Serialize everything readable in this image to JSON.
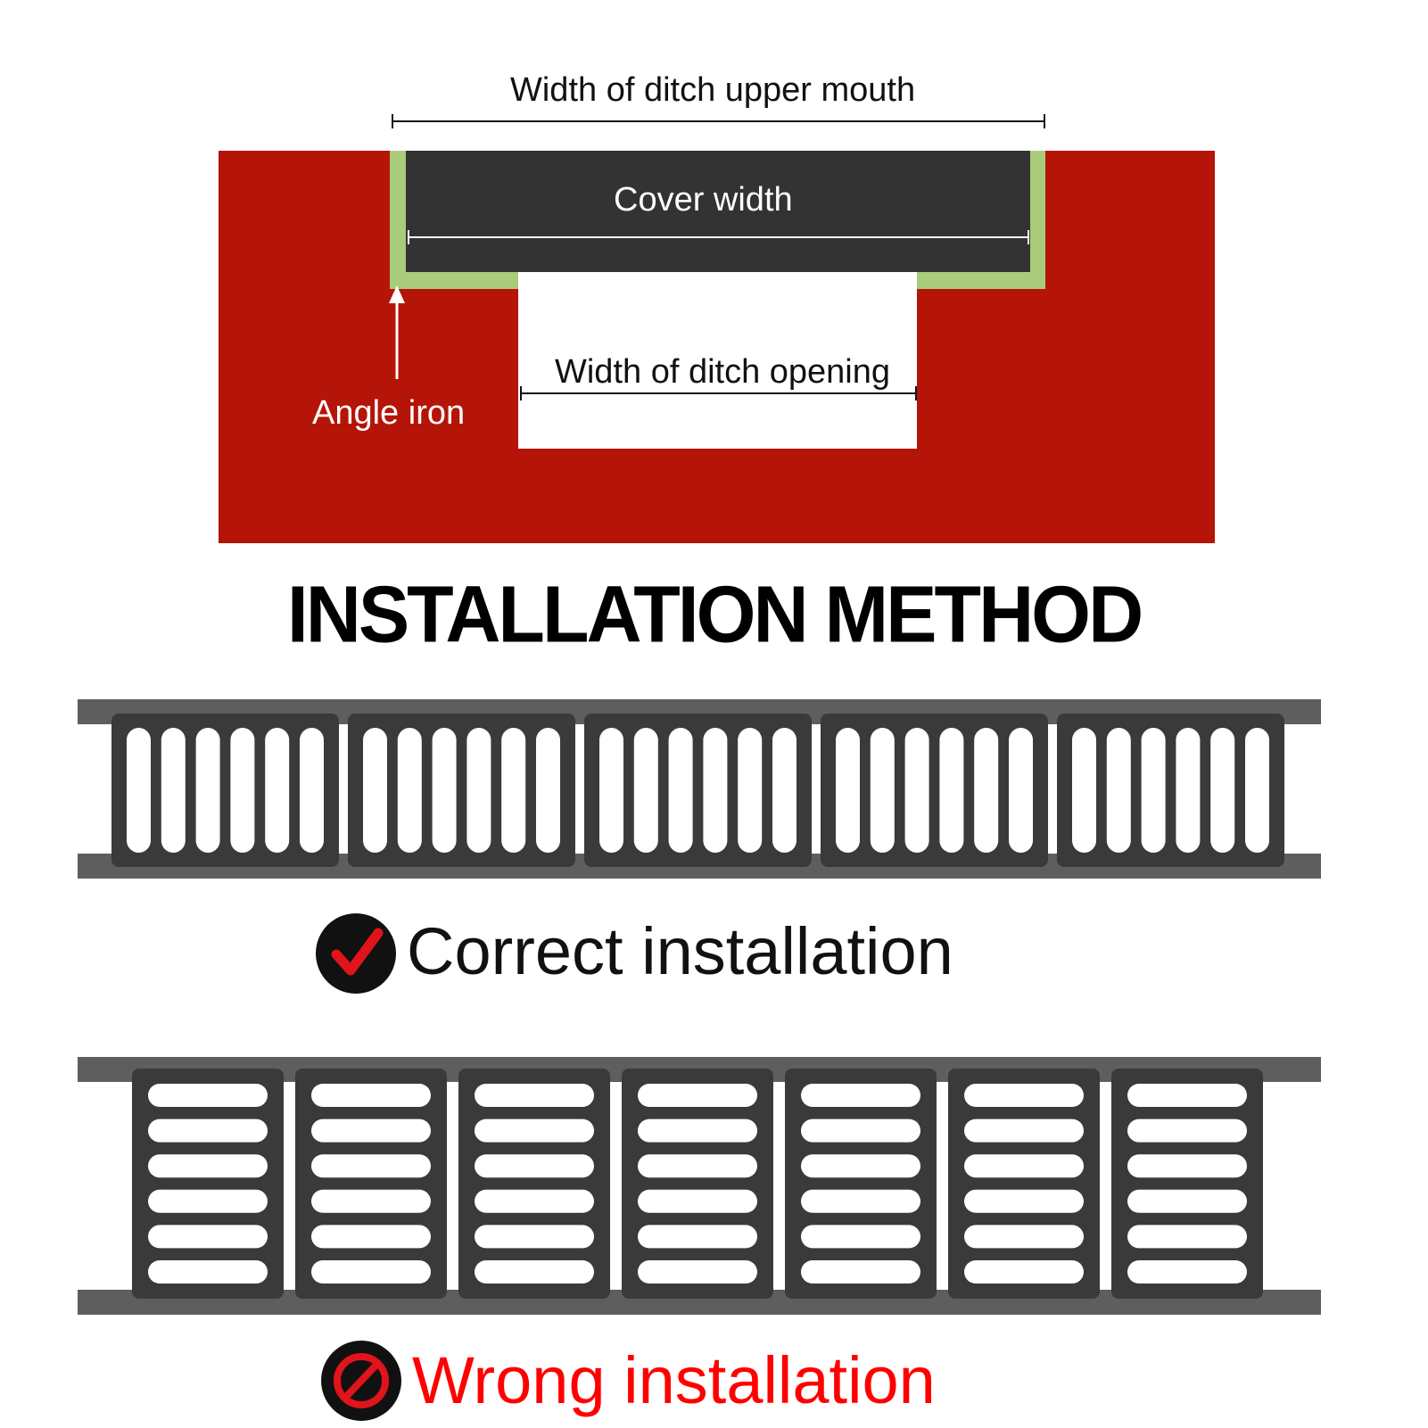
{
  "diagram": {
    "label_upper_mouth": "Width of ditch upper mouth",
    "label_cover_width": "Cover width",
    "label_ditch_opening": "Width of ditch opening",
    "label_angle_iron": "Angle iron",
    "colors": {
      "ground": "#b51408",
      "cover": "#333333",
      "angle_iron": "#a9cc7a",
      "opening": "#ffffff"
    }
  },
  "heading": "INSTALLATION METHOD",
  "correct": {
    "label": "Correct installation",
    "icon": "check-icon",
    "color": "#111111",
    "grate_count": 5,
    "slot_orientation": "vertical",
    "slots_per_grate": 6
  },
  "wrong": {
    "label": "Wrong installation",
    "icon": "prohibited-icon",
    "color": "#ff0000",
    "grate_count": 7,
    "slot_orientation": "horizontal",
    "slots_per_grate": 6
  },
  "colors": {
    "rail": "#5e5e5e",
    "grate": "#3a3a3a",
    "slot": "#ffffff",
    "check": "#e0141a"
  }
}
